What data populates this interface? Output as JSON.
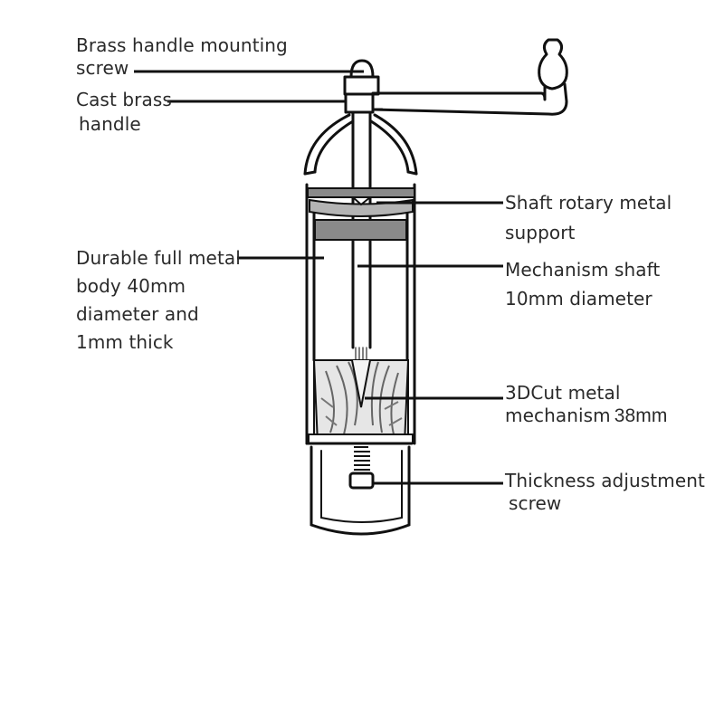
{
  "labels": {
    "handle_screw": {
      "line1": "Brass handle mounting",
      "line2": "screw"
    },
    "cast_handle": {
      "line1": "Cast brass",
      "line2": "handle"
    },
    "body": {
      "line1": "Durable full metal",
      "line2": "body 40mm",
      "line3": "diameter and",
      "line4": "1mm thick"
    },
    "shaft_support": {
      "line1": "Shaft rotary metal",
      "line2": "support"
    },
    "mech_shaft": {
      "line1": "Mechanism shaft",
      "line2": "10mm diameter"
    },
    "mechanism": {
      "line1": "3DCut metal",
      "line2a": "mechanism",
      "line2b": "38mm"
    },
    "adjust_screw": {
      "line1": "Thickness adjustment",
      "line2": "screw"
    }
  },
  "colors": {
    "ink": "#111111",
    "text": "#2a2a2a",
    "band": "#8a8a8a",
    "band_light": "#b4b4b4",
    "cone": "#cfcfcf"
  }
}
